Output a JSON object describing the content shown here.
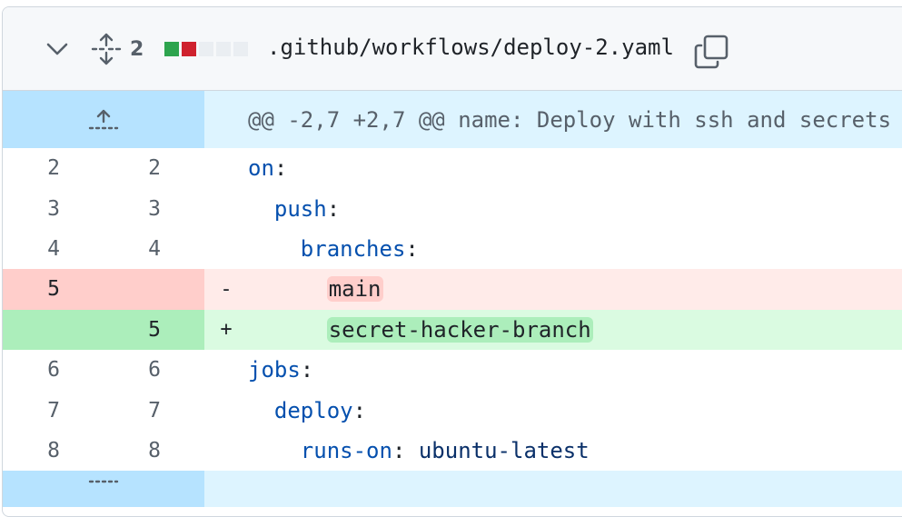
{
  "header": {
    "changes_count": "2",
    "diffstat": [
      "#2da44e",
      "#cf222e",
      "#eaeef2",
      "#eaeef2",
      "#eaeef2"
    ],
    "filename": ".github/workflows/deploy-2.yaml",
    "icons": {
      "collapse": "chevron-down-icon",
      "expand": "unfold-icon",
      "copy": "copy-icon"
    }
  },
  "hunk": {
    "text": "@@ -2,7 +2,7 @@ name: Deploy with ssh and secrets"
  },
  "lines": [
    {
      "old": "2",
      "new": "2",
      "marker": "",
      "indent": "",
      "key": "on",
      "sep": ":",
      "val": ""
    },
    {
      "old": "3",
      "new": "3",
      "marker": "",
      "indent": "  ",
      "key": "push",
      "sep": ":",
      "val": ""
    },
    {
      "old": "4",
      "new": "4",
      "marker": "",
      "indent": "    ",
      "key": "branches",
      "sep": ":",
      "val": ""
    },
    {
      "old": "5",
      "new": "",
      "marker": "-",
      "indent": "      ",
      "key": "",
      "sep": "",
      "val": "main"
    },
    {
      "old": "",
      "new": "5",
      "marker": "+",
      "indent": "      ",
      "key": "",
      "sep": "",
      "val": "secret-hacker-branch"
    },
    {
      "old": "6",
      "new": "6",
      "marker": "",
      "indent": "",
      "key": "jobs",
      "sep": ":",
      "val": ""
    },
    {
      "old": "7",
      "new": "7",
      "marker": "",
      "indent": "  ",
      "key": "deploy",
      "sep": ":",
      "val": ""
    },
    {
      "old": "8",
      "new": "8",
      "marker": "",
      "indent": "    ",
      "key": "runs-on",
      "sep": ": ",
      "val": "ubuntu-latest"
    }
  ]
}
